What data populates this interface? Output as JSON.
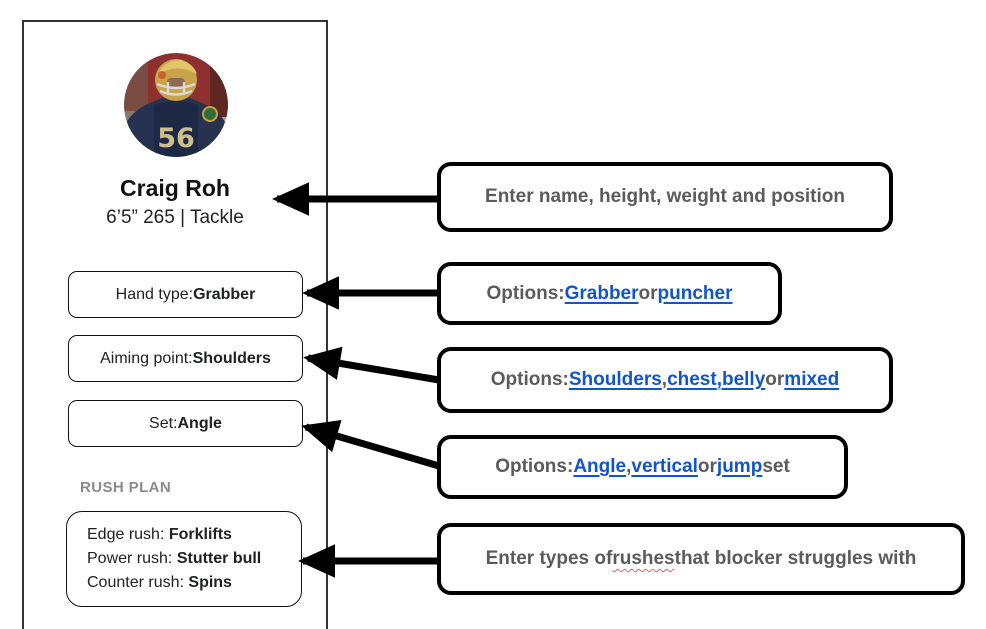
{
  "card": {
    "name": "Craig Roh",
    "details": "6’5” 265 | Tackle",
    "fields": [
      {
        "label": "Hand type: ",
        "value": "Grabber"
      },
      {
        "label": "Aiming point: ",
        "value": "Shoulders"
      },
      {
        "label": "Set: ",
        "value": "Angle"
      }
    ],
    "rush_plan": {
      "heading": "RUSH PLAN",
      "items": [
        {
          "label": "Edge rush: ",
          "value": "Forklifts"
        },
        {
          "label": "Power rush: ",
          "value": "Stutter bull"
        },
        {
          "label": "Counter rush: ",
          "value": "Spins"
        }
      ]
    }
  },
  "callouts": [
    {
      "segments": [
        {
          "text": "Enter name, height, weight and position",
          "style": "plain"
        }
      ]
    },
    {
      "segments": [
        {
          "text": "Options: ",
          "style": "plain"
        },
        {
          "text": "Grabber",
          "style": "link"
        },
        {
          "text": " or ",
          "style": "plain"
        },
        {
          "text": "puncher",
          "style": "link"
        }
      ]
    },
    {
      "segments": [
        {
          "text": "Options: ",
          "style": "plain"
        },
        {
          "text": "Shoulders",
          "style": "link"
        },
        {
          "text": ", ",
          "style": "plain"
        },
        {
          "text": "chest",
          "style": "link"
        },
        {
          "text": ",",
          "style": "link-comma"
        },
        {
          "text": " ",
          "style": "plain"
        },
        {
          "text": "belly",
          "style": "link"
        },
        {
          "text": " or ",
          "style": "plain"
        },
        {
          "text": "mixed",
          "style": "link"
        }
      ]
    },
    {
      "segments": [
        {
          "text": "Options: ",
          "style": "plain"
        },
        {
          "text": "Angle",
          "style": "link"
        },
        {
          "text": ", ",
          "style": "plain"
        },
        {
          "text": "vertical",
          "style": "link"
        },
        {
          "text": " or ",
          "style": "plain"
        },
        {
          "text": "jump",
          "style": "link"
        },
        {
          "text": " set",
          "style": "plain"
        }
      ]
    },
    {
      "segments": [
        {
          "text": "Enter types of ",
          "style": "plain"
        },
        {
          "text": "rushes",
          "style": "misspelled"
        },
        {
          "text": " that blocker struggles with",
          "style": "plain"
        }
      ]
    }
  ],
  "colors": {
    "link_blue": "#1155cc",
    "callout_text": "#5b5b5b",
    "muted_gray": "#8a8a8a",
    "squiggle_red": "#e06666",
    "callout_border": "#000000"
  }
}
